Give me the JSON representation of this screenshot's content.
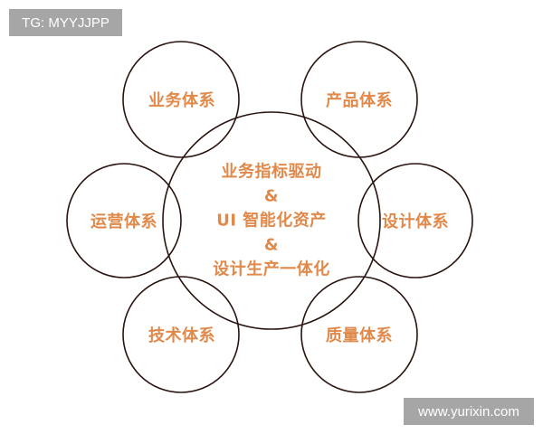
{
  "watermarks": {
    "top_left": "TG: MYYJJPP",
    "bottom_right": "www.yurixin.com"
  },
  "colors": {
    "text_accent": "#e0894a",
    "circle_stroke": "#2a1410",
    "badge_bg": "#a6a6a6",
    "badge_text": "#ffffff"
  },
  "center": {
    "lines": [
      "业务指标驱动",
      "&",
      "UI 智能化资产",
      "&",
      "设计生产一体化"
    ]
  },
  "nodes": [
    {
      "label": "业务体系",
      "position": "top-left"
    },
    {
      "label": "产品体系",
      "position": "top-right"
    },
    {
      "label": "运营体系",
      "position": "middle-left"
    },
    {
      "label": "设计体系",
      "position": "middle-right"
    },
    {
      "label": "技术体系",
      "position": "bottom-left"
    },
    {
      "label": "质量体系",
      "position": "bottom-right"
    }
  ]
}
